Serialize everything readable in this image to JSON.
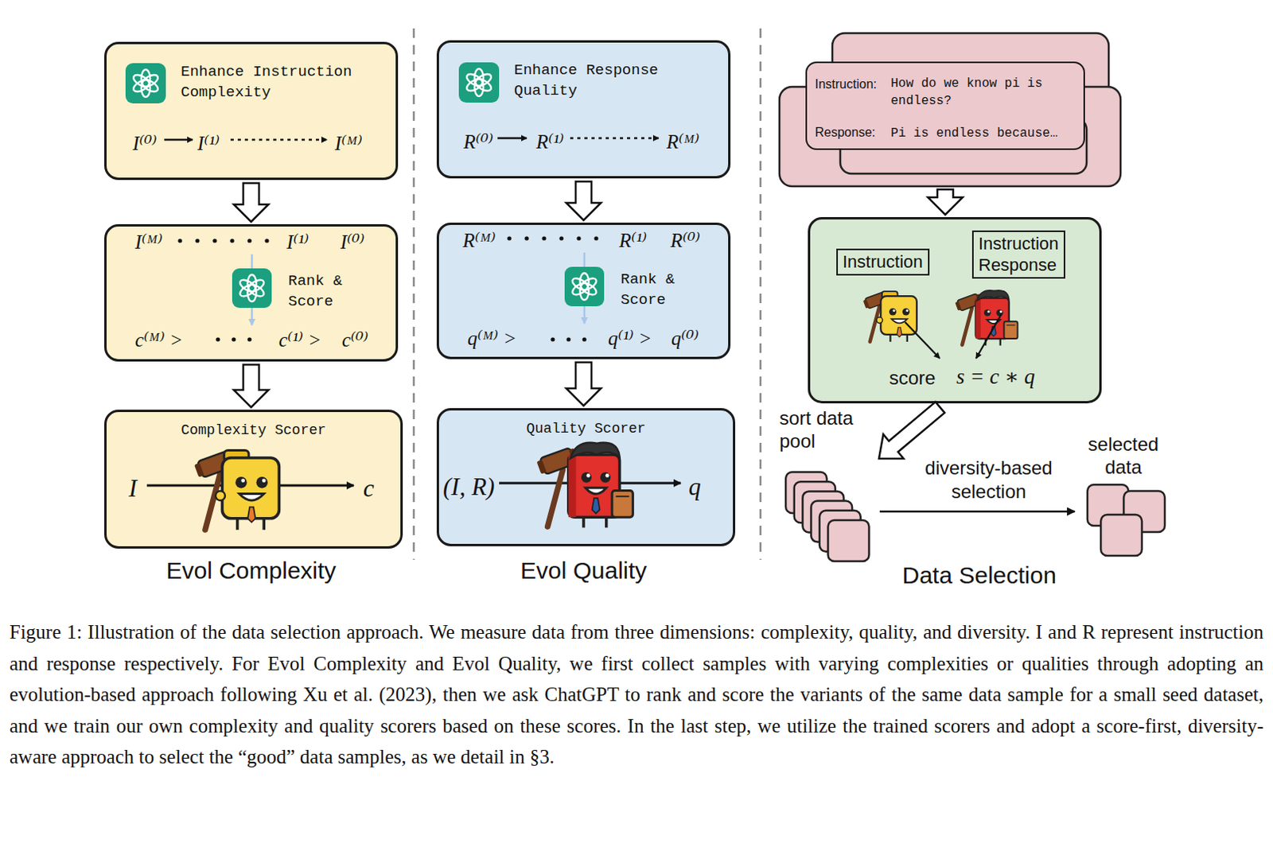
{
  "diagram": {
    "caption": "Figure 1: Illustration of the data selection approach. We measure data from three dimensions: complexity, quality, and diversity. I and R represent instruction and response respectively. For Evol Complexity and Evol Quality, we first collect samples with varying complexities or qualities through adopting an evolution-based approach following Xu et al. (2023), then we ask ChatGPT to rank and score the variants of the same data sample for a small seed dataset, and we train our own complexity and quality scorers based on these scores. In the last step, we utilize the trained scorers and adopt a score-first, diversity-aware approach to select the “good” data samples, as we detail in §3.",
    "nodes": [
      {
        "text": [
          "Enhance Instruction Complexity",
          "I⁽⁰⁾",
          "I⁽¹⁾",
          "I⁽ᴹ⁾"
        ]
      },
      {
        "text": [
          "I⁽ᴹ⁾",
          "I⁽¹⁾",
          "I⁽⁰⁾",
          "Rank & Score",
          "c⁽ᴹ⁾ >",
          "c⁽¹⁾ >",
          "c⁽⁰⁾"
        ]
      },
      {
        "text": [
          "Complexity Scorer",
          "I",
          "c"
        ]
      },
      {
        "text": [
          "Enhance Response Quality",
          "R⁽⁰⁾",
          "R⁽¹⁾",
          "R⁽ᴹ⁾"
        ]
      },
      {
        "text": [
          "R⁽ᴹ⁾",
          "R⁽¹⁾",
          "R⁽⁰⁾",
          "Rank & Score",
          "q⁽ᴹ⁾ >",
          "q⁽¹⁾ >",
          "q⁽⁰⁾"
        ]
      },
      {
        "text": [
          "Quality Scorer",
          "(I, R)",
          "q"
        ]
      },
      {
        "text": [
          "Instruction:",
          "How do we know pi is endless?",
          "Response:",
          "Pi is endless because…"
        ]
      },
      {
        "text": [
          "score",
          "s = c ∗ q"
        ]
      },
      {
        "text": [
          "Instruction"
        ],
        "in": 7
      },
      {
        "text": [
          "Instruction Response"
        ],
        "in": 7
      },
      {
        "text": [
          "sort data pool"
        ]
      },
      {
        "text": [
          "selected data"
        ]
      }
    ],
    "edges": [
      {
        "from": 0,
        "to": 1,
        "arrow": "to"
      },
      {
        "from": 1,
        "to": 2,
        "arrow": "to"
      },
      {
        "from": 3,
        "to": 4,
        "arrow": "to"
      },
      {
        "from": 4,
        "to": 5,
        "arrow": "to"
      },
      {
        "from": 6,
        "to": 7,
        "arrow": "to"
      },
      {
        "from": 7,
        "to": 10,
        "arrow": "to"
      },
      {
        "from": 10,
        "to": 11,
        "label": "diversity-based selection",
        "arrow": "to"
      }
    ],
    "labels": [
      "Evol Complexity",
      "Evol Quality",
      "Data Selection"
    ]
  }
}
